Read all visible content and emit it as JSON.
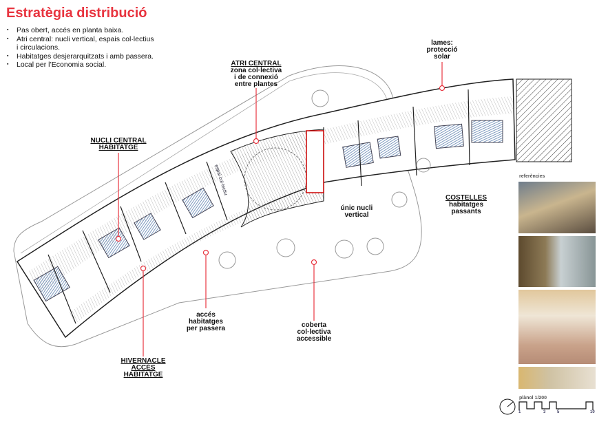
{
  "title": "Estratègia distribució",
  "bullets": [
    "Pas obert, accés en planta baixa.",
    "Atri central: nucli vertical, espais col·lectius i circulacions.",
    "Habitatges desjerarquitzats i amb passera.",
    "Local per l’Economia social."
  ],
  "labels": {
    "atri": {
      "heading": "ATRI CENTRAL",
      "lines": [
        "zona col·lectiva",
        "i de connexió",
        "entre plantes"
      ]
    },
    "lames": {
      "lines": [
        "lames:",
        "protecció",
        "solar"
      ]
    },
    "nucli": {
      "heading1": "NUCLI CENTRAL",
      "heading2": "HABITATGE"
    },
    "unic": {
      "lines": [
        "únic nucli",
        "vertical"
      ]
    },
    "costelles": {
      "heading": "COSTELLES",
      "lines": [
        "habitatges",
        "passants"
      ]
    },
    "acces": {
      "lines": [
        "accés",
        "habitatges",
        "per passera"
      ]
    },
    "coberta": {
      "lines": [
        "coberta",
        "col·lectiva",
        "accessible"
      ]
    },
    "hivernacle": {
      "lines": [
        "HIVERNACLE",
        "ACCÉS",
        "HABITATGE"
      ]
    },
    "espai": "espai col·lectiu"
  },
  "references": {
    "title": "referències"
  },
  "scale": {
    "title": "plànol 1/200",
    "ticks": [
      "1",
      "3",
      "5",
      "10"
    ]
  },
  "colors": {
    "accent": "#e8343f",
    "label": "#111111"
  }
}
